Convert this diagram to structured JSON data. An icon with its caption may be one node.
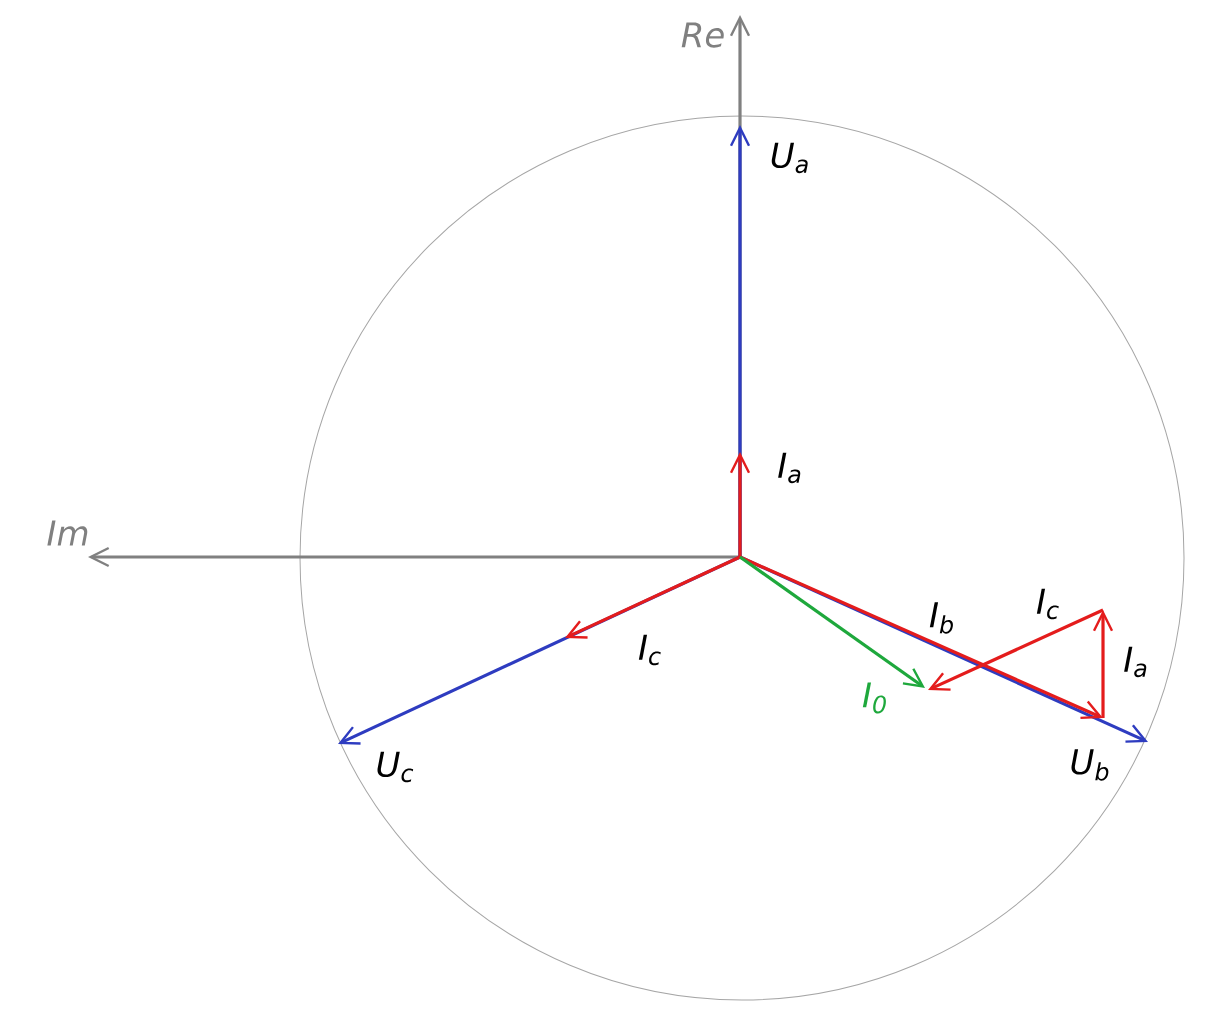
{
  "diagram": {
    "labels": [
      "Re",
      "U$_{a}$",
      "I$_{a}$",
      "Im",
      "I$_{c}$",
      "I$_{b}$",
      "I$_{c}$",
      "I$_{a}$",
      "I$_{0}$",
      "U$_{c}$",
      "U$_{b}$"
    ]
  }
}
